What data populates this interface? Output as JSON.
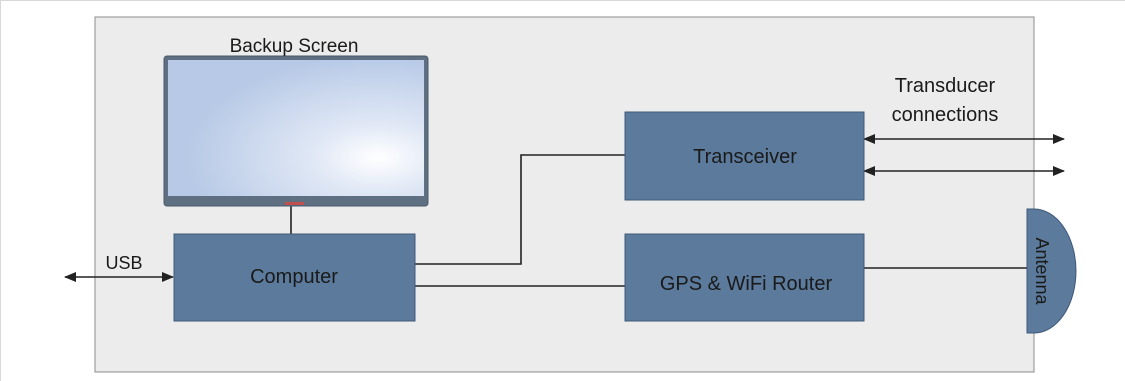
{
  "labels": {
    "backup_screen": "Backup Screen",
    "transducer_line1": "Transducer",
    "transducer_line2": "connections",
    "usb": "USB",
    "antenna": "Antenna"
  },
  "blocks": {
    "transceiver": "Transceiver",
    "computer": "Computer",
    "gps_router": "GPS & WiFi Router"
  },
  "colors": {
    "enclosure_fill": "#ececec",
    "enclosure_stroke": "#8c8c8c",
    "block_fill": "#5b7a9c",
    "block_stroke": "#3f5a78",
    "wire": "#222222",
    "text": "#1a1a1a",
    "screen_glass_edge": "#b7c9e6",
    "screen_glow": "#ffffff",
    "power_led": "#c0504d"
  }
}
